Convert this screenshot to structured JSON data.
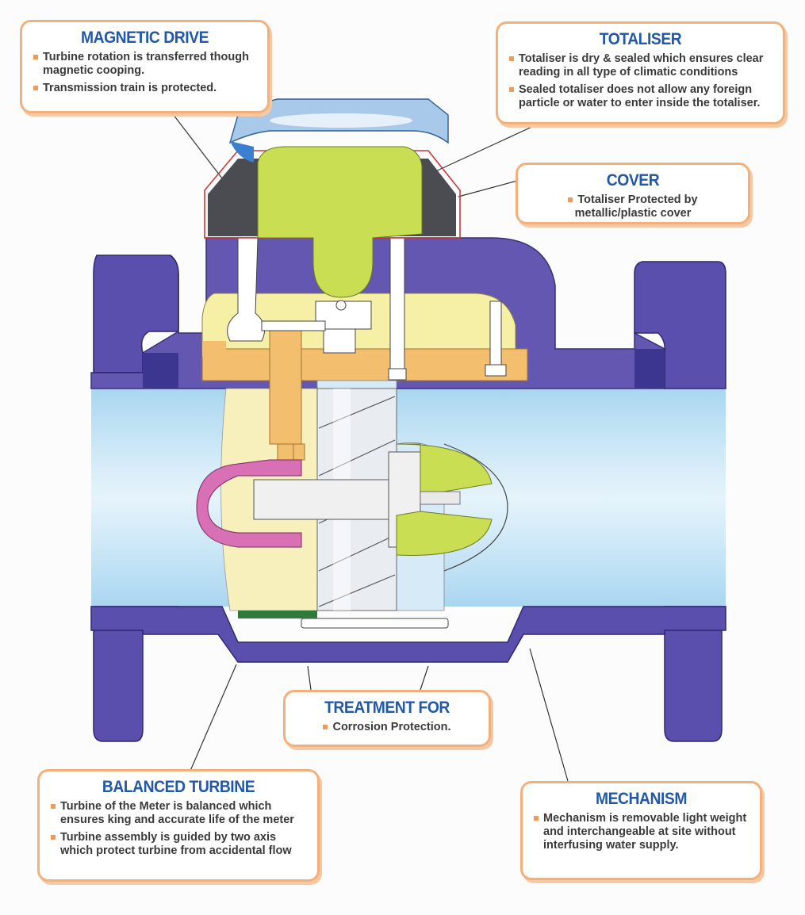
{
  "callouts": {
    "magnetic_drive": {
      "title": "MAGNETIC DRIVE",
      "bullets": [
        "Turbine rotation is transferred though magnetic cooping.",
        "Transmission train is protected."
      ]
    },
    "totaliser": {
      "title": "TOTALISER",
      "bullets": [
        "Totaliser is dry & sealed which ensures clear reading in all type of climatic conditions",
        "Sealed totaliser does not allow any foreign particle or water to enter inside the totaliser."
      ]
    },
    "cover": {
      "title": "COVER",
      "bullets": [
        "Totaliser Protected by metallic/plastic cover"
      ]
    },
    "treatment": {
      "title": "TREATMENT FOR",
      "bullets": [
        "Corrosion Protection."
      ]
    },
    "balanced_turbine": {
      "title": "BALANCED TURBINE",
      "bullets": [
        "Turbine of the Meter is balanced which ensures king and accurate life of the meter",
        "Turbine assembly is guided by two axis which protect turbine from accidental flow"
      ]
    },
    "mechanism": {
      "title": "MECHANISM",
      "bullets": [
        "Mechanism is removable light weight and interchangeable at site without interfusing water supply."
      ]
    }
  },
  "colors": {
    "body_purple": "#5b4fae",
    "water_blue": "#bfe3f5",
    "mechanism_yellow": "#f6f0a6",
    "gear_orange": "#f3bf6e",
    "register_green": "#c9de52",
    "magnet_pink": "#d96fb4",
    "cover_blue": "#a9c9ea",
    "dark_grey": "#4a4c52",
    "callout_border": "#f4b07a",
    "title_blue": "#2158a8"
  }
}
